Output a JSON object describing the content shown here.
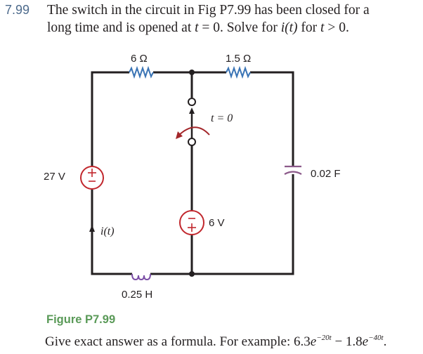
{
  "problem": {
    "number": "7.99",
    "line1_pre": "The switch in the circuit in Fig P7.99 has been closed for a",
    "line2_a": "long time and is opened at ",
    "line2_t1": "t",
    "line2_b": " = 0. Solve for ",
    "line2_it": "i(t)",
    "line2_c": " for ",
    "line2_t2": "t",
    "line2_d": " > 0."
  },
  "circuit": {
    "r1_label": "6 Ω",
    "r2_label": "1.5 Ω",
    "switch_label": "t = 0",
    "v1_label": "27 V",
    "v2_label": "6 V",
    "cap_label": "0.02 F",
    "ind_label": "0.25 H",
    "current_label": "i(t)",
    "colors": {
      "wire": "#231f20",
      "resistor": "#3a74b5",
      "source": "#c1272d",
      "switch_arrow": "#a3262a",
      "capacitor": "#8c5a8a",
      "inductor": "#7b4ea6"
    }
  },
  "figure": {
    "caption": "Figure P7.99"
  },
  "answer_note": {
    "text": "Give exact answer as a formula. For example: ",
    "term1_coef": "6.3",
    "term1_base": "e",
    "term1_exp": "−20t",
    "minus": " − ",
    "term2_coef": "1.8",
    "term2_base": "e",
    "term2_exp": "−40t",
    "end": "."
  }
}
